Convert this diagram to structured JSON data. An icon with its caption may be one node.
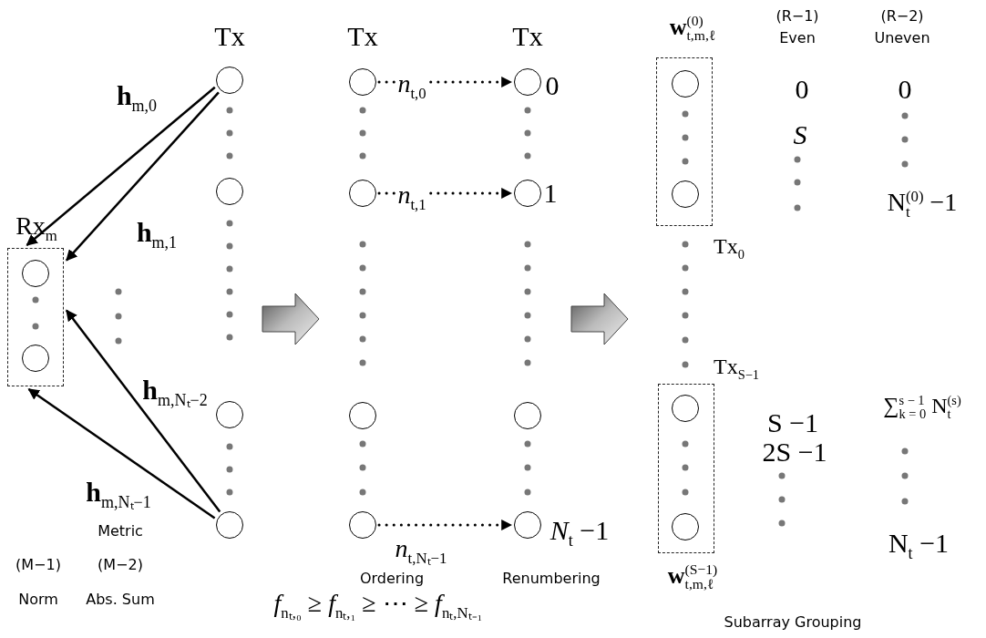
{
  "diagram": {
    "nodes": [
      {
        "text": [
          "Rx$_{m}$"
        ]
      },
      {
        "text": [],
        "shape": "circle",
        "in": 0
      },
      {
        "text": [],
        "shape": "circle",
        "in": 0
      },
      {
        "text": [],
        "shape": "circle",
        "beside": [
          "Tx"
        ]
      },
      {
        "text": [],
        "shape": "circle"
      },
      {
        "text": [],
        "shape": "circle"
      },
      {
        "text": [],
        "shape": "circle"
      },
      {
        "text": [],
        "shape": "circle",
        "beside": [
          "Tx"
        ]
      },
      {
        "text": [],
        "shape": "circle"
      },
      {
        "text": [],
        "shape": "circle"
      },
      {
        "text": [],
        "shape": "circle"
      },
      {
        "text": [],
        "shape": "circle",
        "beside": [
          "Tx",
          "0"
        ]
      },
      {
        "text": [],
        "shape": "circle",
        "beside": [
          "1"
        ]
      },
      {
        "text": [],
        "shape": "circle"
      },
      {
        "text": [],
        "shape": "circle",
        "beside": [
          "*N*$_{t}$ −1"
        ]
      },
      {
        "text": [
          "**w**$^{(0)}$$_{t,m,ℓ}$"
        ]
      },
      {
        "text": [],
        "shape": "circle",
        "in": 15
      },
      {
        "text": [],
        "shape": "circle",
        "in": 15
      },
      {
        "text": [
          "**w**$^{(S−1)}$$_{t,m,ℓ}$"
        ]
      },
      {
        "text": [],
        "shape": "circle",
        "in": 18
      },
      {
        "text": [],
        "shape": "circle",
        "in": 18
      }
    ],
    "edges": [
      {
        "from": 3,
        "to": 0,
        "arrow": "to",
        "label": "**h**$_{m,0}$"
      },
      {
        "from": 3,
        "to": 0,
        "arrow": "to",
        "label": "**h**$_{m,1}$"
      },
      {
        "from": 6,
        "to": 0,
        "arrow": "to",
        "label": "**h**$_{m,Nₜ−2}$"
      },
      {
        "from": 6,
        "to": 0,
        "arrow": "to",
        "label": "**h**$_{m,Nₜ−1}$"
      },
      {
        "from": 7,
        "to": 11,
        "arrow": "to",
        "label": "*n*$_{t,0}$",
        "style": "dashed"
      },
      {
        "from": 8,
        "to": 12,
        "arrow": "to",
        "label": "*n*$_{t,1}$",
        "style": "dashed"
      },
      {
        "from": 10,
        "to": 14,
        "arrow": "to",
        "label": "*n*$_{t,Nₜ−1}$",
        "style": "dashed"
      }
    ],
    "labels": [
      "(R−1)",
      "(R−2)",
      "Even",
      "Uneven",
      "0",
      "0",
      "S",
      "N$_{t}$$^{(0)}$ −1",
      "Tx$_{0}$",
      "Tx$_{S−1}$",
      "S −1",
      "∑$_{k = 0}$$^{s − 1}$ N$_{t}$$^{(s)}$",
      "2S −1",
      "N$_{t}$ −1",
      "Metric",
      "Ordering",
      "Renumbering",
      "(M−1)",
      "(M−2)",
      "*f*$_{nₜ,₀}$ ≥ *f*$_{nₜ,₁}$ ≥ ⋯ ≥ *f*$_{nₜ,Nₜ₋₁}$",
      "Norm",
      "Abs. Sum",
      "Subarray Grouping"
    ]
  }
}
